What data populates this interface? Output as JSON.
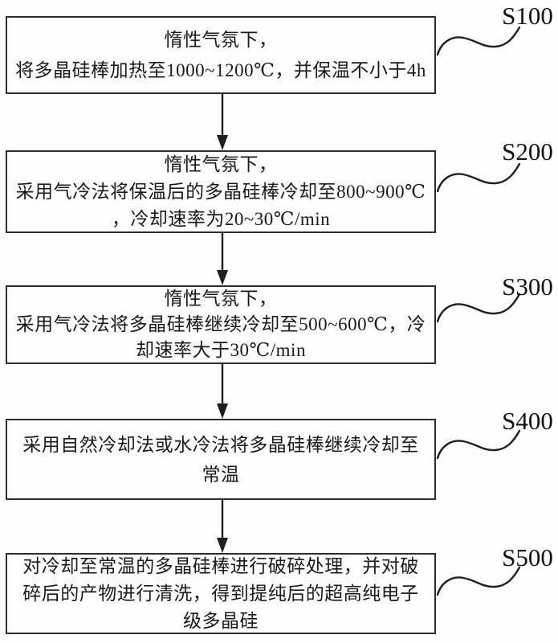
{
  "figure": {
    "type": "flowchart",
    "steps": [
      {
        "label": "S100",
        "lines": [
          "惰性气氛下，",
          "将多晶硅棒加热至1000~1200℃，并保温不小于4h"
        ]
      },
      {
        "label": "S200",
        "lines": [
          "惰性气氛下，",
          "采用气冷法将保温后的多晶硅棒冷却至800~900℃",
          "，冷却速率为20~30℃/min"
        ]
      },
      {
        "label": "S300",
        "lines": [
          "惰性气氛下，",
          "采用气冷法将多晶硅棒继续冷却至500~600℃，冷",
          "却速率大于30℃/min"
        ]
      },
      {
        "label": "S400",
        "lines": [
          "采用自然冷却法或水冷法将多晶硅棒继续冷却至",
          "常温"
        ]
      },
      {
        "label": "S500",
        "lines": [
          "对冷却至常温的多晶硅棒进行破碎处理，并对破",
          "碎后的产物进行清洗，得到提纯后的超高纯电子",
          "级多晶硅"
        ]
      }
    ],
    "colors": {
      "line": "#1f1f1f",
      "border": "#2e2e2e",
      "text": "#1a1a1a",
      "background": "#fdfdfd"
    }
  }
}
